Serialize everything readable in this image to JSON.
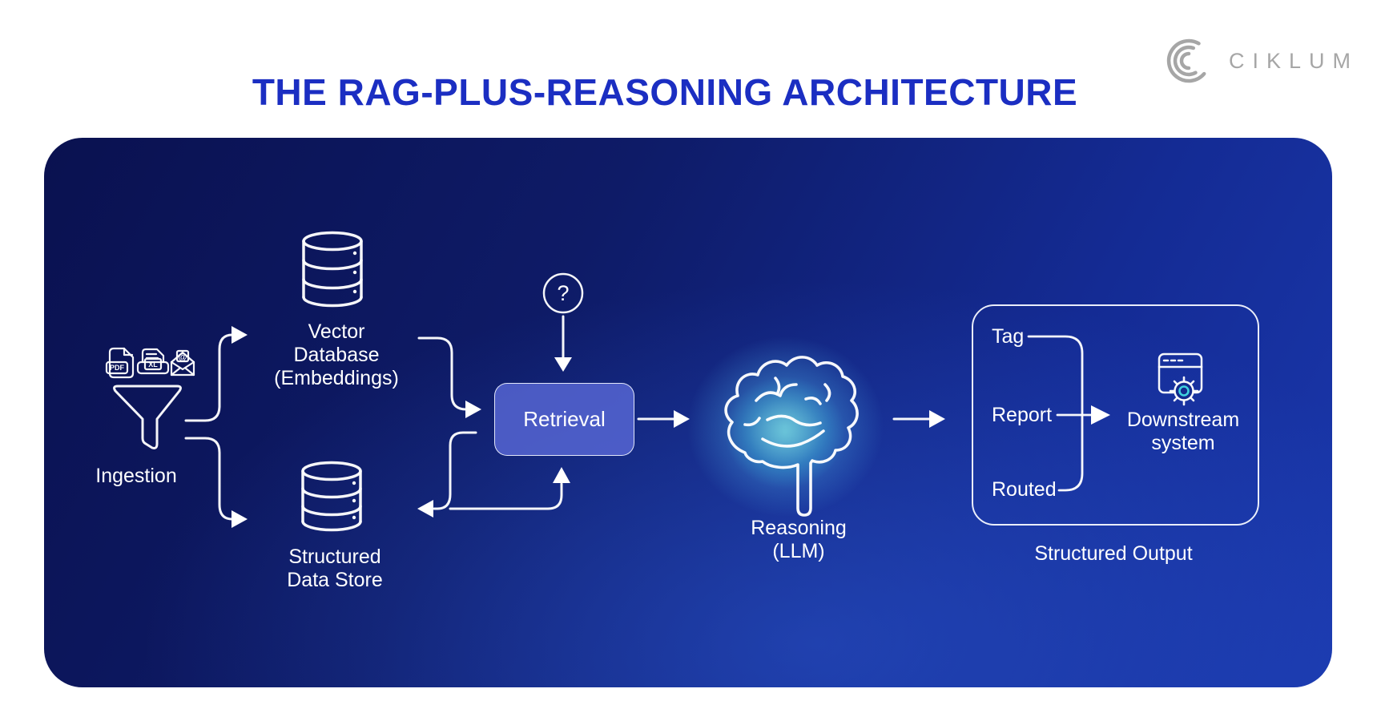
{
  "header": {
    "title": "THE RAG-PLUS-REASONING ARCHITECTURE",
    "logo_text": "CIKLUM"
  },
  "diagram": {
    "ingestion": {
      "label": "Ingestion",
      "doc_icons": {
        "pdf_label": "PDF",
        "xl_label": "XL",
        "email_symbol": "@"
      }
    },
    "vector_database": {
      "label_line1": "Vector",
      "label_line2": "Database",
      "label_line3": "(Embeddings)"
    },
    "structured_data_store": {
      "label_line1": "Structured",
      "label_line2": "Data Store"
    },
    "retrieval": {
      "label": "Retrieval",
      "query_symbol": "?"
    },
    "reasoning": {
      "label_line1": "Reasoning",
      "label_line2": "(LLM)"
    },
    "structured_output": {
      "label": "Structured Output",
      "items": [
        "Tag",
        "Report",
        "Routed"
      ],
      "downstream": {
        "label_line1": "Downstream",
        "label_line2": "system"
      }
    }
  },
  "colors": {
    "title_blue": "#1b2ec2",
    "panel_dark": "#0a1150",
    "panel_bright": "#1a38ad",
    "retrieval_fill": "#5868d6",
    "glow_teal": "#52dbe8",
    "gear_teal": "#41d8e2",
    "logo_gray": "#a6a6a6",
    "line_white": "#ffffff"
  }
}
